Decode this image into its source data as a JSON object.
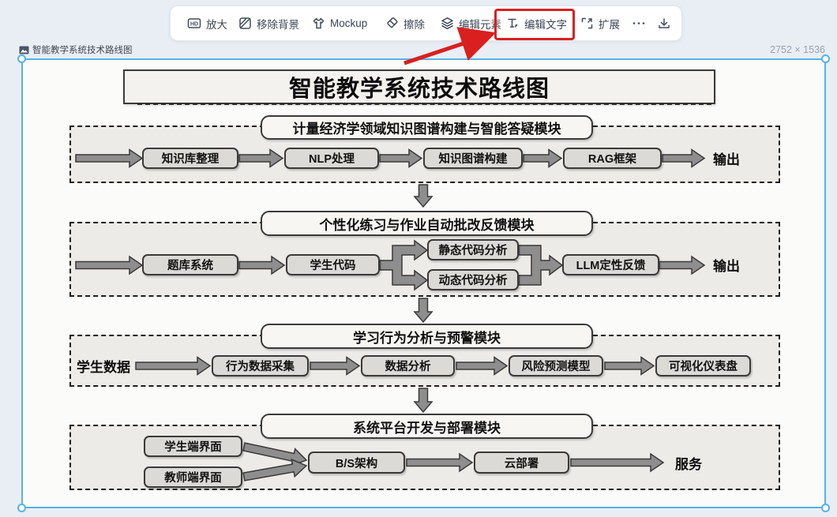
{
  "toolbar": {
    "items": [
      {
        "label": "放大",
        "icon": "hd-icon"
      },
      {
        "label": "移除背景",
        "icon": "remove-background-icon"
      },
      {
        "label": "Mockup",
        "icon": "tshirt-icon"
      },
      {
        "label": "擦除",
        "icon": "eraser-icon"
      },
      {
        "label": "编辑元素",
        "icon": "edit-elements-icon"
      },
      {
        "label": "编辑文字",
        "icon": "edit-text-icon",
        "highlighted": true
      },
      {
        "label": "扩展",
        "icon": "expand-icon"
      },
      {
        "label": "",
        "icon": "more-icon"
      },
      {
        "label": "",
        "icon": "download-icon"
      }
    ]
  },
  "image": {
    "layer_label": "智能教学系统技术路线图",
    "dimensions": "2752 × 1536"
  },
  "diagram": {
    "title": "智能教学系统技术路线图",
    "modules": [
      {
        "header": "计量经济学领域知识图谱构建与智能答疑模块",
        "nodes": [
          "知识库整理",
          "NLP处理",
          "知识图谱构建",
          "RAG框架"
        ],
        "output_label": "输出"
      },
      {
        "header": "个性化练习与作业自动批改反馈模块",
        "nodes": [
          "题库系统",
          "学生代码"
        ],
        "branch_nodes": [
          "静态代码分析",
          "动态代码分析"
        ],
        "merge_node": "LLM定性反馈",
        "output_label": "输出"
      },
      {
        "header": "学习行为分析与预警模块",
        "input_label": "学生数据",
        "nodes": [
          "行为数据采集",
          "数据分析",
          "风险预测模型",
          "可视化仪表盘"
        ]
      },
      {
        "header": "系统平台开发与部署模块",
        "source_nodes": [
          "学生端界面",
          "教师端界面"
        ],
        "nodes": [
          "B/S架构",
          "云部署"
        ],
        "output_label": "服务"
      }
    ]
  },
  "colors": {
    "annotation_red": "#da1f1f",
    "selection_blue": "#56b2e8"
  }
}
